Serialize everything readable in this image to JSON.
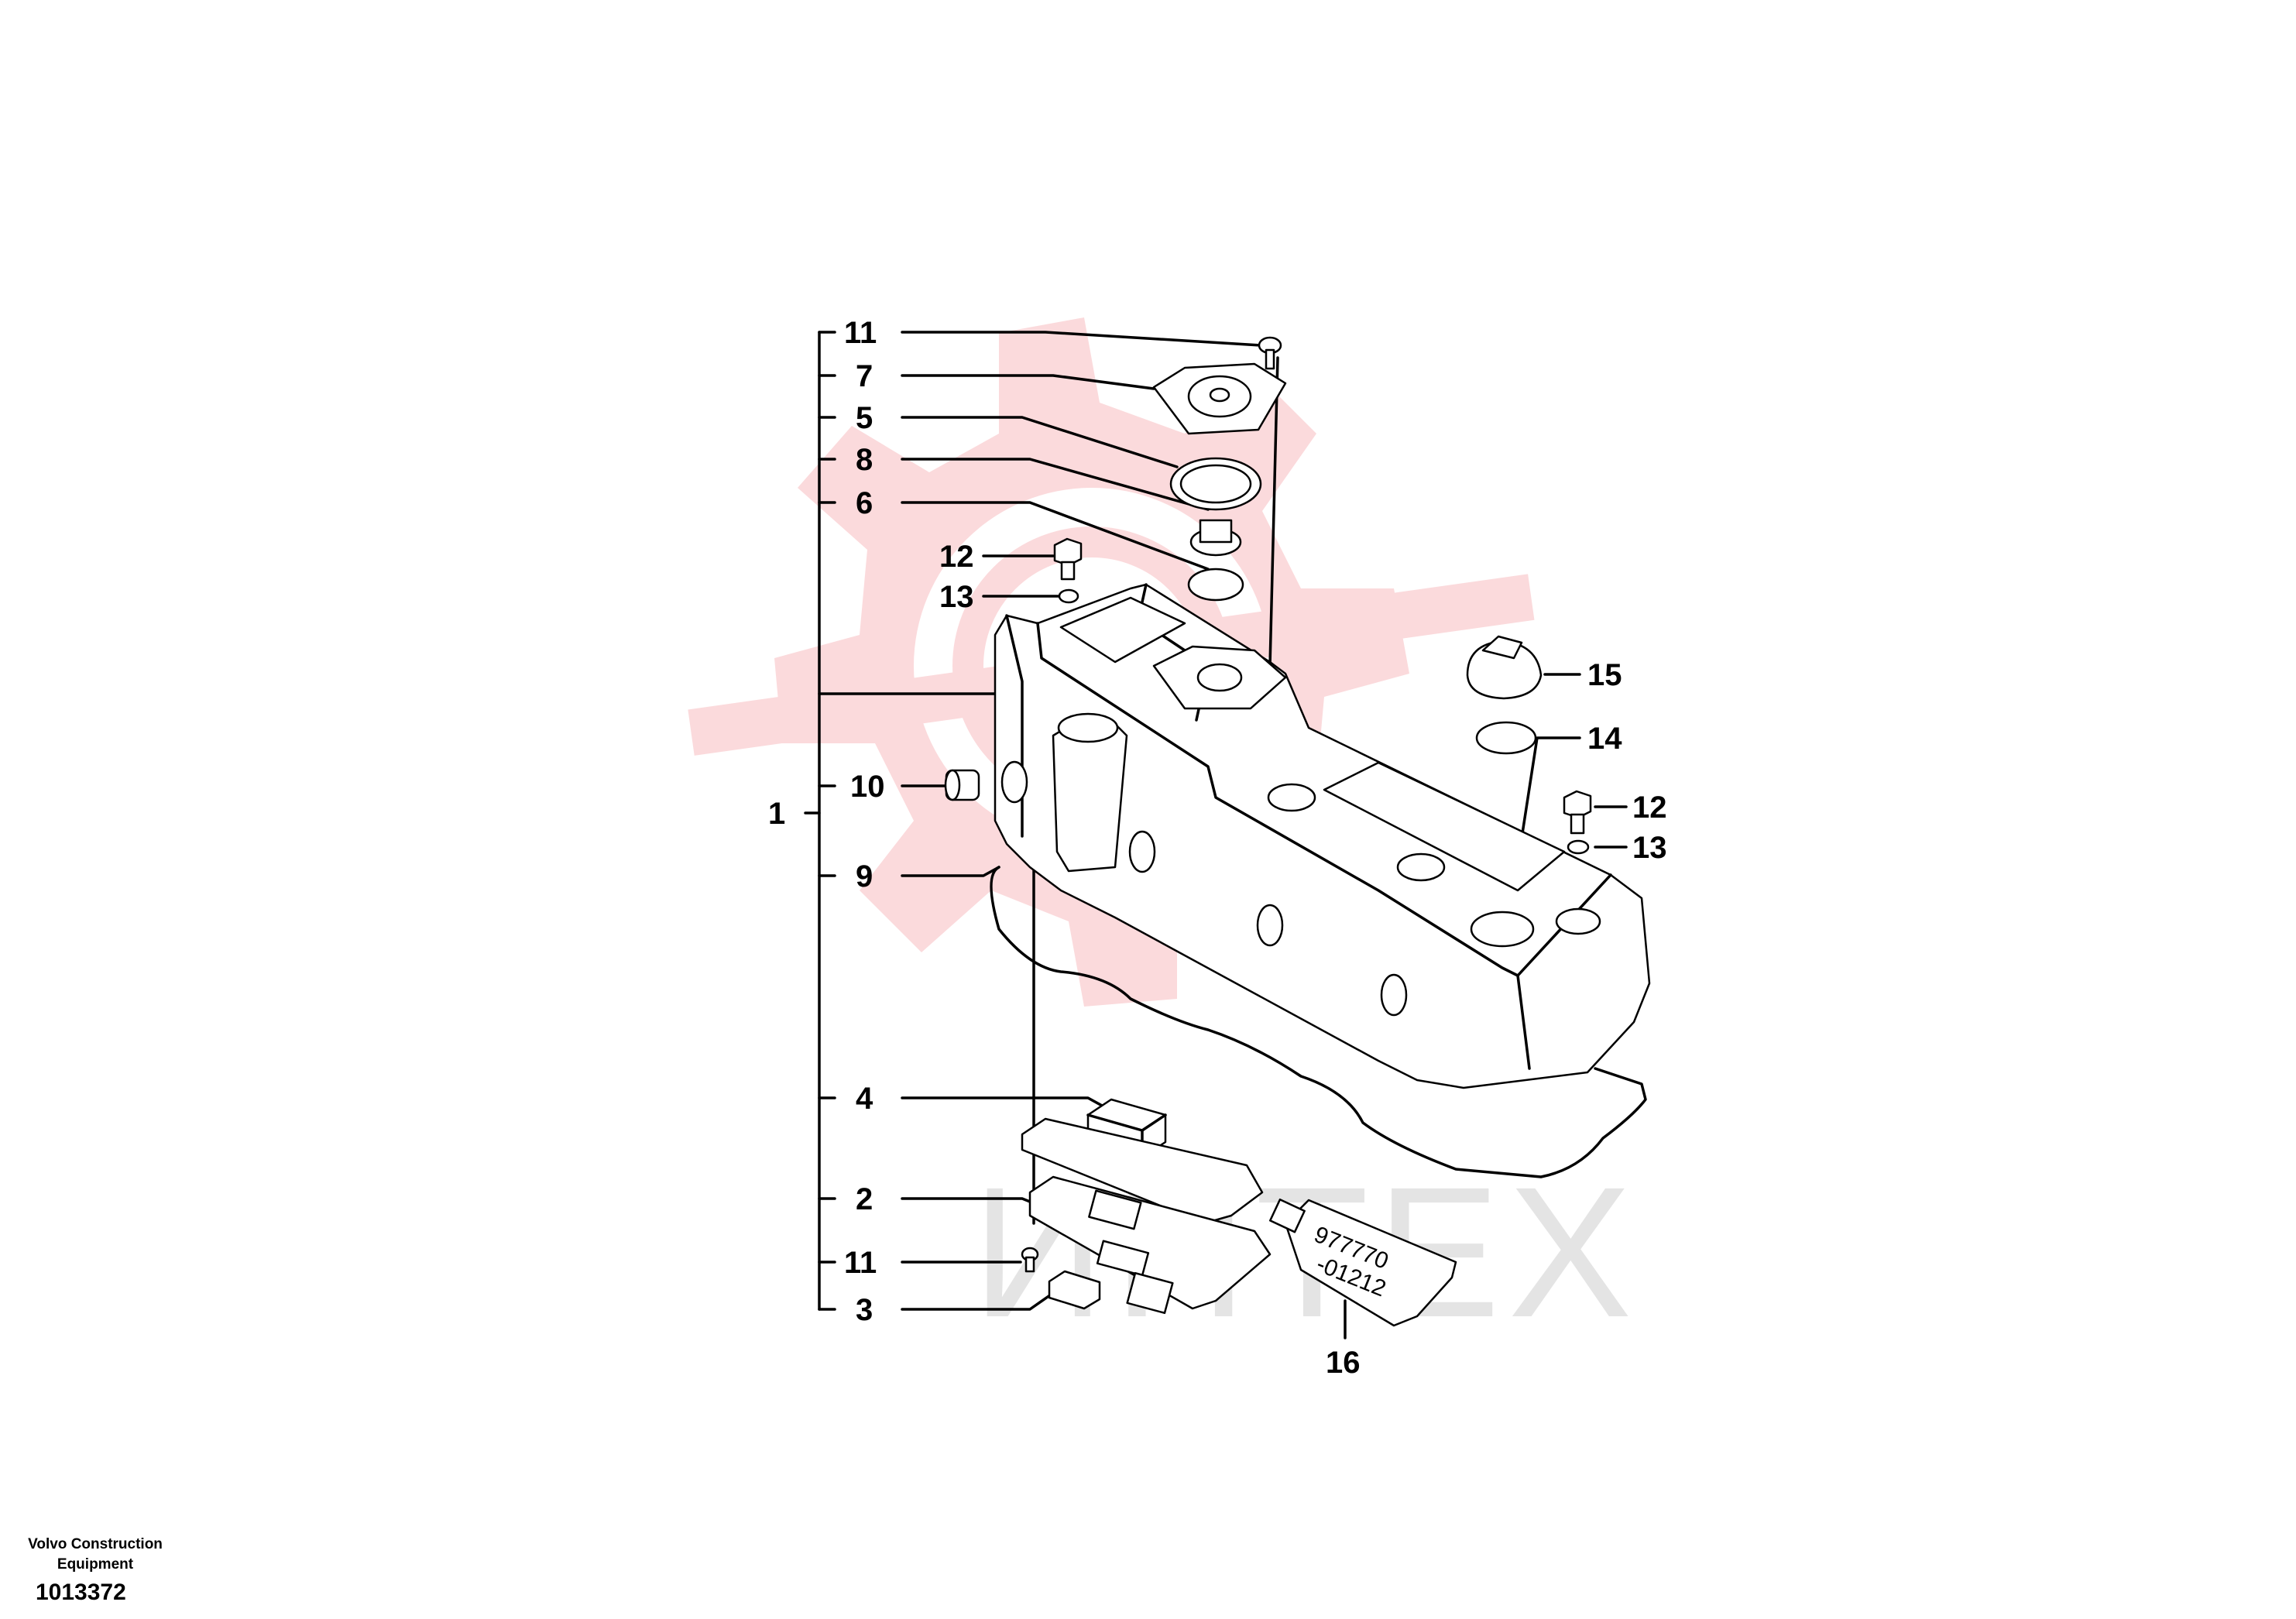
{
  "document": {
    "brand": "Volvo Construction Equipment",
    "drawing_number": "1013372"
  },
  "watermark": {
    "text": "ИНТЕХ"
  },
  "callouts": {
    "c11_top": "11",
    "c7": "7",
    "c5": "5",
    "c8": "8",
    "c6": "6",
    "c12_left": "12",
    "c13_left": "13",
    "c15": "15",
    "c14": "14",
    "c12_right": "12",
    "c13_right": "13",
    "c10": "10",
    "c1": "1",
    "c9": "9",
    "c4": "4",
    "c2": "2",
    "c11_bottom": "11",
    "c3": "3",
    "c16": "16"
  },
  "sealant_tube": {
    "line1": "977770",
    "line2": "-01212"
  }
}
